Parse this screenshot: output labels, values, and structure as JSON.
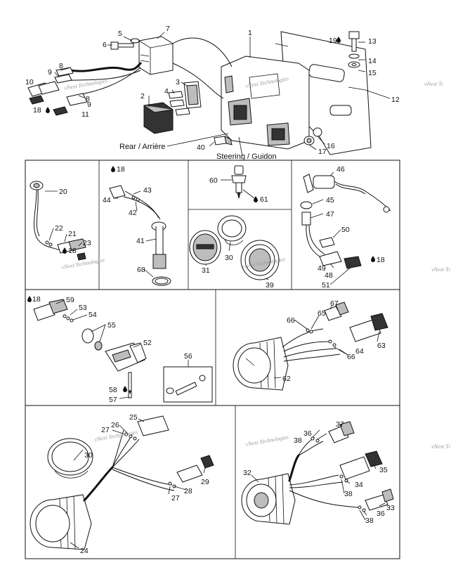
{
  "captions": {
    "rear": "Rear / Arrière",
    "steering": "Steering / Guidon"
  },
  "watermark": {
    "text": "vNext Technologies",
    "text_cut": "vNext Tı"
  },
  "callouts": {
    "c1": "1",
    "c2": "2",
    "c3": "3",
    "c4": "4",
    "c5": "5",
    "c6": "6",
    "c7": "7",
    "c8a": "8",
    "c8b": "8",
    "c9a": "9",
    "c9b": "9",
    "c10": "10",
    "c11": "11",
    "c12": "12",
    "c13": "13",
    "c14": "14",
    "c15": "15",
    "c16": "16",
    "c17": "17",
    "c18a": "18",
    "c18b": "18",
    "c18c": "18",
    "c18d": "18",
    "c18e": "18",
    "c19": "19",
    "c20": "20",
    "c21": "21",
    "c22": "22",
    "c23": "23",
    "c24": "24",
    "c25": "25",
    "c26": "26",
    "c27a": "27",
    "c27b": "27",
    "c28": "28",
    "c29": "29",
    "c30a": "30",
    "c30b": "30",
    "c31": "31",
    "c32": "32",
    "c33": "33",
    "c34": "34",
    "c35": "35",
    "c36a": "36",
    "c36b": "36",
    "c37": "37",
    "c38a": "38",
    "c38b": "38",
    "c38c": "38",
    "c39": "39",
    "c40": "40",
    "c41": "41",
    "c42": "42",
    "c43": "43",
    "c44": "44",
    "c45": "45",
    "c46": "46",
    "c47": "47",
    "c48": "48",
    "c49": "49",
    "c50": "50",
    "c51": "51",
    "c52": "52",
    "c53": "53",
    "c54": "54",
    "c55": "55",
    "c56": "56",
    "c57": "57",
    "c58": "58",
    "c59": "59",
    "c60": "60",
    "c61": "61",
    "c62": "62",
    "c63": "63",
    "c64": "64",
    "c65": "65",
    "c66a": "66",
    "c66b": "66",
    "c67": "67",
    "c68": "68"
  },
  "icons": {
    "drop": "drop-icon"
  }
}
